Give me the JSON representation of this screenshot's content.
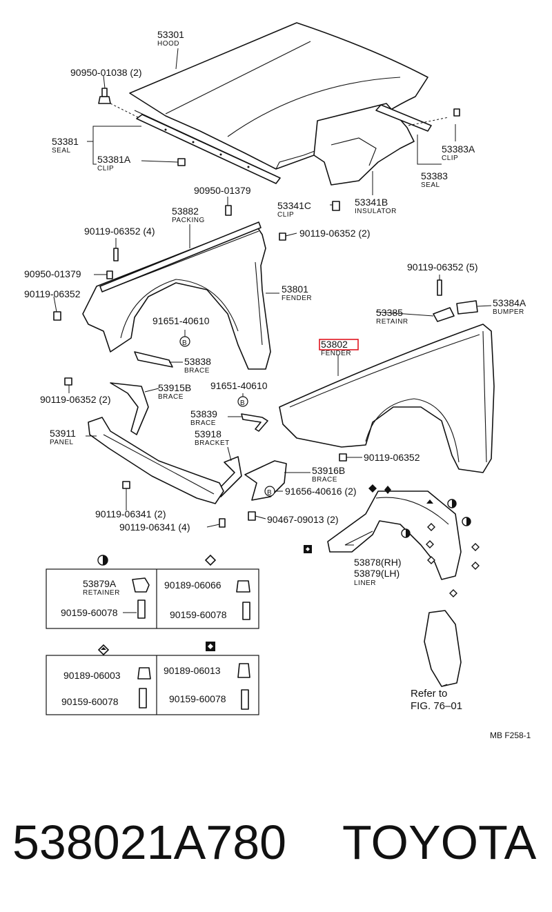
{
  "highlight_color": "#e0141e",
  "diagram_code": "MB F258-1",
  "reference": {
    "line1": "Refer to",
    "line2": "FIG. 76–01"
  },
  "footer": {
    "part_number": "538021A780",
    "brand": "TOYOTA"
  },
  "labels": {
    "hood_num": "53301",
    "hood_name": "HOOD",
    "bolt_hood": "90950-01038 (2)",
    "seal_left_num": "53381",
    "seal_left_name": "SEAL",
    "clip_left_num": "53381A",
    "clip_left_name": "CLIP",
    "clip_right_num": "53383A",
    "clip_right_name": "CLIP",
    "seal_right_num": "53383",
    "seal_right_name": "SEAL",
    "insulator_num": "53341B",
    "insulator_name": "INSULATOR",
    "clip_ins_num": "53341C",
    "clip_ins_name": "CLIP",
    "bolt_01379_top": "90950-01379",
    "packing_num": "53882",
    "packing_name": "PACKING",
    "bolt_06352_4": "90119-06352 (4)",
    "bolt_06352_2_top": "90119-06352 (2)",
    "bolt_01379_left": "90950-01379",
    "bolt_06352_left": "90119-06352",
    "fender_rh_num": "53801",
    "fender_rh_name": "FENDER",
    "bolt_40610_a": "91651-40610",
    "brace_38_num": "53838",
    "brace_38_name": "BRACE",
    "bolt_06352_2_low": "90119-06352 (2)",
    "brace_15_num": "53915B",
    "brace_15_name": "BRACE",
    "bolt_40610_b": "91651-40610",
    "bolt_06352_5": "90119-06352 (5)",
    "retainer_num": "53385",
    "retainer_name": "RETAINR",
    "bumper_num": "53384A",
    "bumper_name": "BUMPER",
    "fender_lh_num": "53802",
    "fender_lh_name": "FENDER",
    "panel_num": "53911",
    "panel_name": "PANEL",
    "brace_39_num": "53839",
    "brace_39_name": "BRACE",
    "bracket_num": "53918",
    "bracket_name": "BRACKET",
    "bolt_06352_fender": "90119-06352",
    "brace_16_num": "53916B",
    "brace_16_name": "BRACE",
    "bolt_40616": "91656-40616 (2)",
    "bolt_06341_2": "90119-06341 (2)",
    "bolt_06341_4": "90119-06341 (4)",
    "bolt_09013": "90467-09013 (2)",
    "liner_rh": "53878(RH)",
    "liner_lh": "53879(LH)",
    "liner_name": "LINER",
    "marker_b": "B"
  },
  "legend_boxes": [
    {
      "retainer_num": "53879A",
      "retainer_name": "RETAINER",
      "screw": "90159-60078"
    },
    {
      "clip": "90189-06066",
      "screw": "90159-60078"
    },
    {
      "clip": "90189-06003",
      "screw": "90159-60078"
    },
    {
      "clip": "90189-06013",
      "screw": "90159-60078"
    }
  ]
}
